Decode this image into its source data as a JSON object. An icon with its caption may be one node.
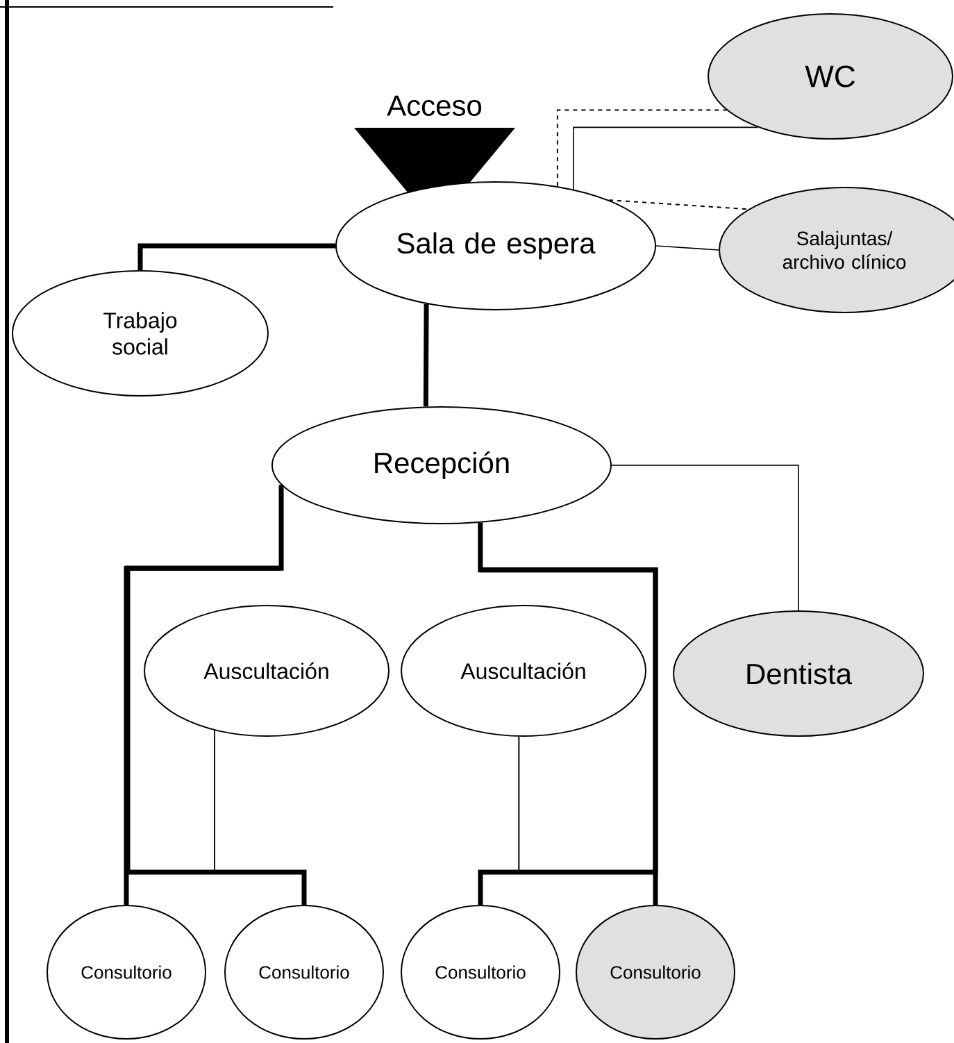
{
  "diagram": {
    "nodes": [
      {
        "text": [
          "Acceso"
        ]
      },
      {
        "text": [
          "WC"
        ]
      },
      {
        "text": [
          "Sala de espera"
        ]
      },
      {
        "text": [
          "Salajuntas/ archivo clínico"
        ]
      },
      {
        "text": [
          "Trabajo social"
        ]
      },
      {
        "text": [
          "Recepción"
        ]
      },
      {
        "text": [
          "Auscultación"
        ]
      },
      {
        "text": [
          "Auscultación"
        ]
      },
      {
        "text": [
          "Dentista"
        ]
      },
      {
        "text": [
          "Consultorio"
        ]
      },
      {
        "text": [
          "Consultorio"
        ]
      },
      {
        "text": [
          "Consultorio"
        ]
      },
      {
        "text": [
          "Consultorio"
        ]
      }
    ],
    "edges": [
      {
        "from": 2,
        "to": 1,
        "arrow": "none",
        "style": "dashed"
      },
      {
        "from": 2,
        "to": 1,
        "arrow": "none"
      },
      {
        "from": 2,
        "to": 3,
        "arrow": "none",
        "style": "dashed"
      },
      {
        "from": 2,
        "to": 3,
        "arrow": "none"
      },
      {
        "from": 2,
        "to": 4,
        "arrow": "none",
        "style": "thick"
      },
      {
        "from": 2,
        "to": 5,
        "arrow": "none",
        "style": "thick"
      },
      {
        "from": 5,
        "to": 8,
        "arrow": "none"
      },
      {
        "from": 5,
        "to": 9,
        "arrow": "none",
        "style": "thick"
      },
      {
        "from": 5,
        "to": 10,
        "arrow": "none",
        "style": "thick"
      },
      {
        "from": 5,
        "to": 11,
        "arrow": "none",
        "style": "thick"
      },
      {
        "from": 5,
        "to": 12,
        "arrow": "none",
        "style": "thick"
      },
      {
        "from": 6,
        "to": 9,
        "arrow": "none"
      },
      {
        "from": 6,
        "to": 10,
        "arrow": "none"
      },
      {
        "from": 7,
        "to": 11,
        "arrow": "none"
      },
      {
        "from": 7,
        "to": 12,
        "arrow": "none"
      }
    ]
  }
}
